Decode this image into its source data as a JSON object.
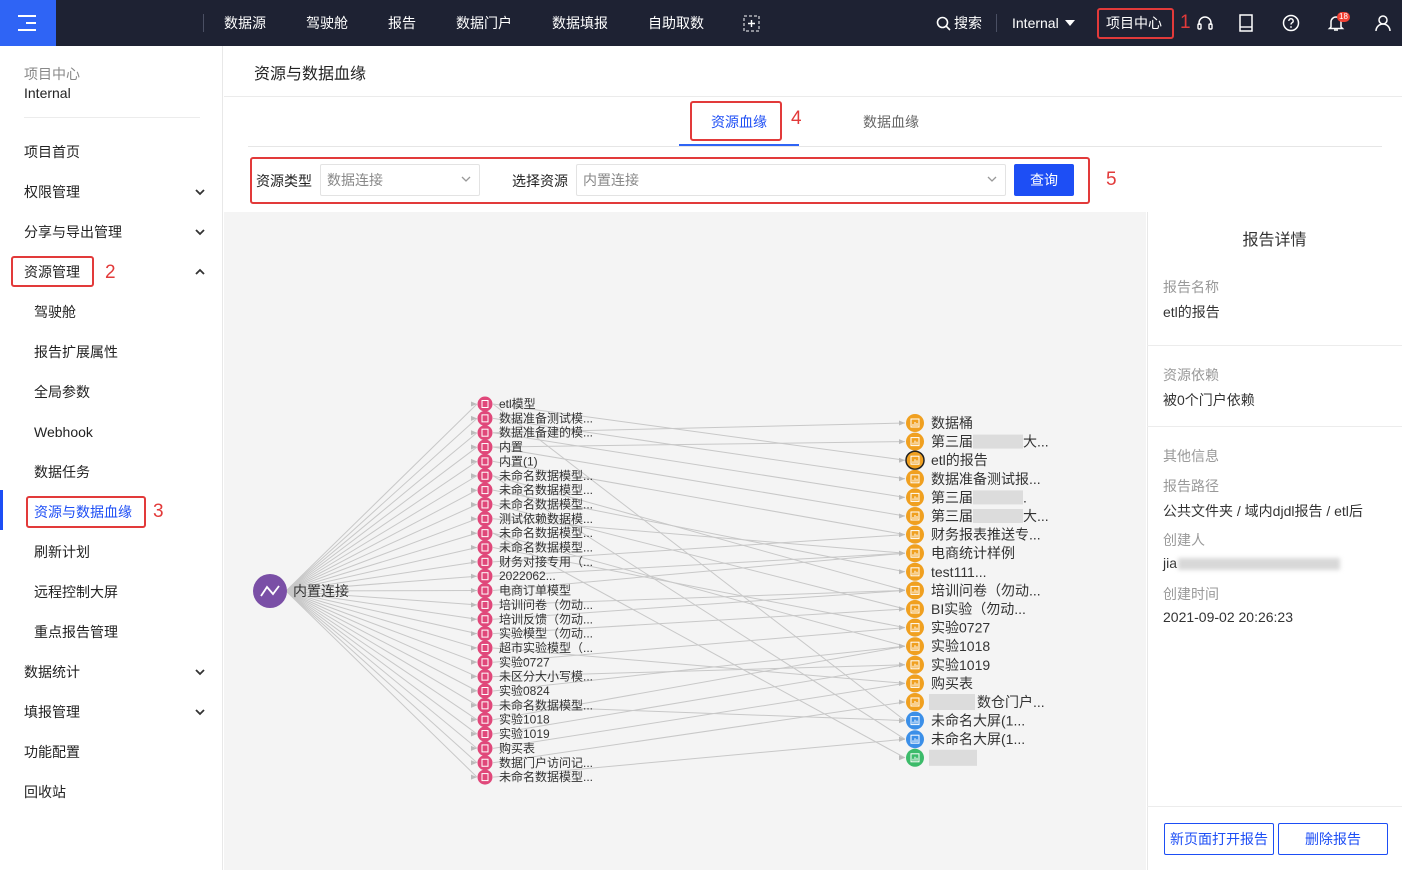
{
  "topbar": {
    "nav": [
      "数据源",
      "驾驶舱",
      "报告",
      "数据门户",
      "数据填报",
      "自助取数"
    ],
    "search_label": "搜索",
    "workspace": "Internal",
    "project_center": "项目中心",
    "notification_count": "18"
  },
  "sidebar": {
    "project_label": "项目中心",
    "project_name": "Internal",
    "items": [
      {
        "label": "项目首页"
      },
      {
        "label": "权限管理"
      },
      {
        "label": "分享与导出管理"
      },
      {
        "label": "资源管理"
      },
      {
        "label": "驾驶舱"
      },
      {
        "label": "报告扩展属性"
      },
      {
        "label": "全局参数"
      },
      {
        "label": "Webhook"
      },
      {
        "label": "数据任务"
      },
      {
        "label": "资源与数据血缘"
      },
      {
        "label": "刷新计划"
      },
      {
        "label": "远程控制大屏"
      },
      {
        "label": "重点报告管理"
      },
      {
        "label": "数据统计"
      },
      {
        "label": "填报管理"
      },
      {
        "label": "功能配置"
      },
      {
        "label": "回收站"
      }
    ]
  },
  "annotations": [
    "1",
    "2",
    "3",
    "4",
    "5"
  ],
  "main": {
    "title": "资源与数据血缘",
    "tabs": [
      "资源血缘",
      "数据血缘"
    ],
    "filter": {
      "type_label": "资源类型",
      "type_value": "数据连接",
      "resource_label": "选择资源",
      "resource_value": "内置连接",
      "query_label": "查询"
    }
  },
  "graph": {
    "root": "内置连接",
    "middle": [
      "etl模型",
      "数据准备测试模...",
      "数据准备建的模...",
      "内置",
      "内置(1)",
      "未命名数据模型...",
      "未命名数据模型...",
      "未命名数据模型...",
      "测试依赖数据模...",
      "未命名数据模型...",
      "未命名数据模型...",
      "财务对接专用（...",
      "2022062...",
      "电商订单模型",
      "培训问卷（勿动...",
      "培训反馈（勿动...",
      "实验模型（勿动...",
      "超市实验模型（...",
      "实验0727",
      "未区分大小写模...",
      "实验0824",
      "未命名数据模型...",
      "实验1018",
      "实验1019",
      "购买表",
      "数据门户访问记...",
      "未命名数据模型..."
    ],
    "right": [
      {
        "label": "数据桶",
        "kind": "report"
      },
      {
        "label": "第三届",
        "kind": "report",
        "suffix": "大..."
      },
      {
        "label": "etl的报告",
        "kind": "report-selected"
      },
      {
        "label": "数据准备测试报...",
        "kind": "report"
      },
      {
        "label": "第三届",
        "kind": "report",
        "suffix": "."
      },
      {
        "label": "第三届",
        "kind": "report",
        "suffix": "大..."
      },
      {
        "label": "财务报表推送专...",
        "kind": "report"
      },
      {
        "label": "电商统计样例",
        "kind": "report"
      },
      {
        "label": "test111...",
        "kind": "report"
      },
      {
        "label": "培训问卷（勿动...",
        "kind": "report"
      },
      {
        "label": "BI实验（勿动...",
        "kind": "report"
      },
      {
        "label": "实验0727",
        "kind": "report"
      },
      {
        "label": "实验1018",
        "kind": "report"
      },
      {
        "label": "实验1019",
        "kind": "report"
      },
      {
        "label": "购买表",
        "kind": "report"
      },
      {
        "label": "数仓门户...",
        "kind": "report"
      },
      {
        "label": "未命名大屏(1...",
        "kind": "screen"
      },
      {
        "label": "未命名大屏(1...",
        "kind": "screen"
      },
      {
        "label": "",
        "kind": "form"
      }
    ],
    "edges": [
      [
        0,
        2
      ],
      [
        1,
        3
      ],
      [
        2,
        0
      ],
      [
        2,
        4
      ],
      [
        3,
        5
      ],
      [
        3,
        1
      ],
      [
        4,
        6
      ],
      [
        5,
        9
      ],
      [
        6,
        8
      ],
      [
        7,
        10
      ],
      [
        8,
        7
      ],
      [
        9,
        12
      ],
      [
        10,
        11
      ],
      [
        11,
        6
      ],
      [
        12,
        7
      ],
      [
        13,
        7
      ],
      [
        14,
        9
      ],
      [
        15,
        9
      ],
      [
        16,
        10
      ],
      [
        17,
        14
      ],
      [
        18,
        11
      ],
      [
        19,
        13
      ],
      [
        20,
        12
      ],
      [
        21,
        16
      ],
      [
        22,
        12
      ],
      [
        23,
        13
      ],
      [
        24,
        14
      ],
      [
        25,
        15
      ],
      [
        26,
        17
      ],
      [
        5,
        17
      ],
      [
        0,
        16
      ],
      [
        9,
        18
      ]
    ],
    "colors": {
      "middle": "#e0487a",
      "report": "#f0a020",
      "screen": "#3b8fe8",
      "form": "#3cbb6a",
      "root": "#7a4fa6",
      "edge": "#c8c8c8"
    }
  },
  "detail": {
    "title": "报告详情",
    "name_label": "报告名称",
    "name_value": "etl的报告",
    "dep_label": "资源依赖",
    "dep_value": "被0个门户依赖",
    "other_label": "其他信息",
    "path_label": "报告路径",
    "path_value": "公共文件夹 / 域内djdl报告 / etl后",
    "creator_label": "创建人",
    "creator_value": "jia",
    "time_label": "创建时间",
    "time_value": "2021-09-02 20:26:23",
    "open_btn": "新页面打开报告",
    "delete_btn": "删除报告"
  }
}
